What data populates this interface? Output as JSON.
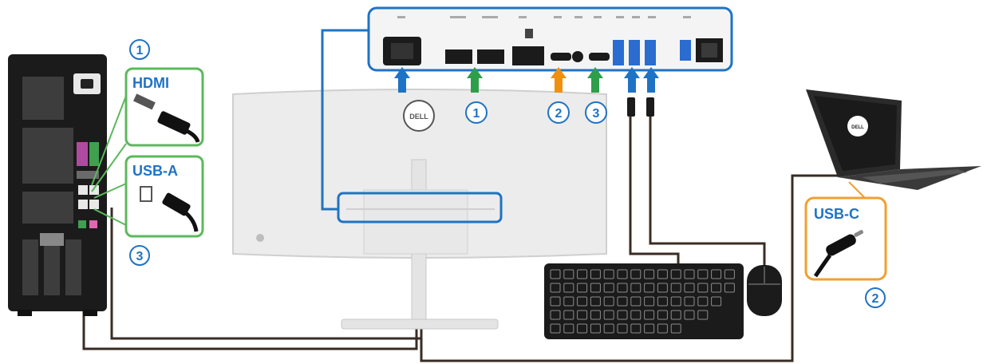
{
  "labels": {
    "hdmi": "HDMI",
    "usb_a": "USB-A",
    "usb_c": "USB-C",
    "brand": "DELL"
  },
  "callouts": {
    "pc_hdmi": "1",
    "pc_usb": "3",
    "laptop_usbc": "2",
    "port_hdmi": "1",
    "port_usbc": "2",
    "port_usb": "3"
  },
  "colors": {
    "blue": "#1f73c4",
    "green": "#2e9e4a",
    "orange": "#f0900f",
    "cable": "#3a2c24",
    "box_green": "#5cb85c",
    "box_orange": "#f0a030"
  }
}
